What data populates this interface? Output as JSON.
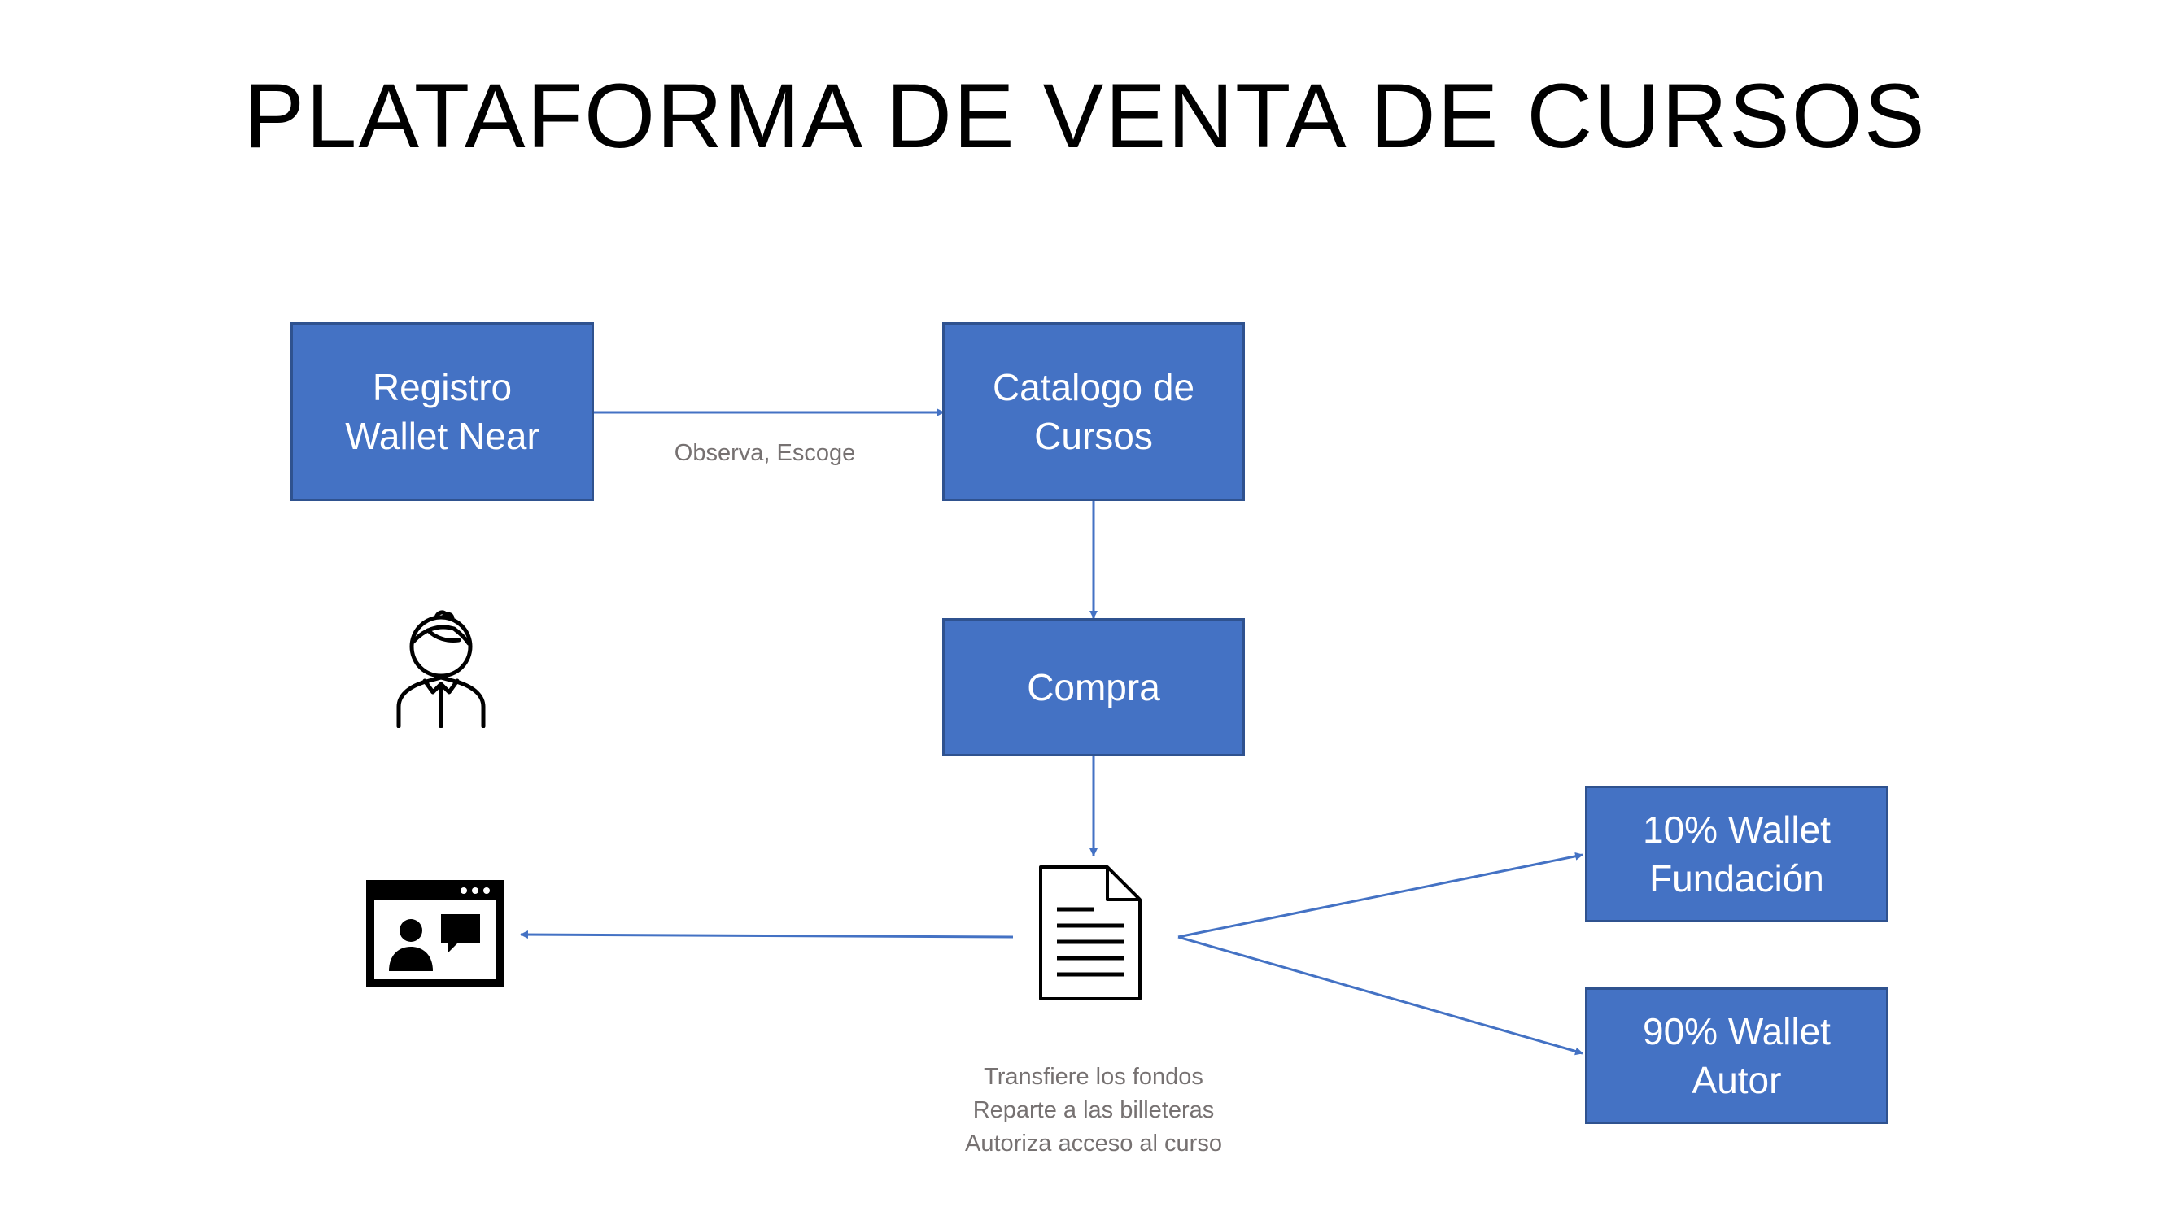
{
  "title": "PLATAFORMA DE VENTA DE CURSOS",
  "colors": {
    "box_fill": "#4472c4",
    "box_border": "#2f528f",
    "arrow": "#4472c4",
    "label_text": "#767171"
  },
  "boxes": {
    "registro": {
      "line1": "Registro",
      "line2": "Wallet Near"
    },
    "catalogo": {
      "line1": "Catalogo de",
      "line2": "Cursos"
    },
    "compra": {
      "line1": "Compra"
    },
    "fundacion": {
      "line1": "10% Wallet",
      "line2": "Fundación"
    },
    "autor": {
      "line1": "90% Wallet",
      "line2": "Autor"
    }
  },
  "labels": {
    "observa": "Observa, Escoge",
    "transaction": {
      "line1": "Transfiere los fondos",
      "line2": "Reparte a las billeteras",
      "line3": "Autoriza acceso al curso"
    }
  },
  "icons": {
    "user": "user-icon",
    "document": "document-icon",
    "video_call": "video-call-icon"
  }
}
